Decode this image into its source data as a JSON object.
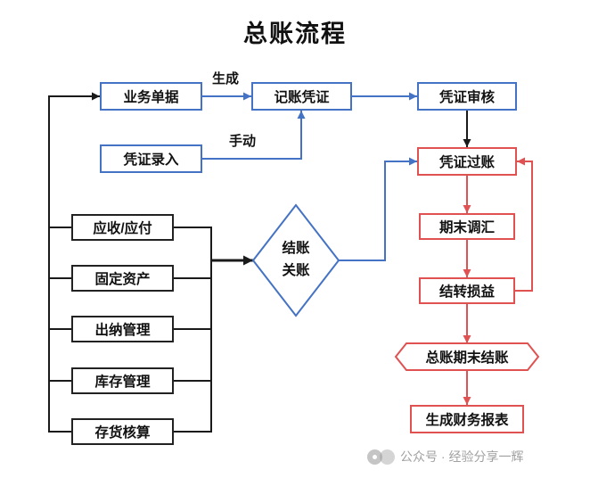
{
  "title": "总账流程",
  "nodes": {
    "business_doc": {
      "label": "业务单据"
    },
    "accounting_voucher": {
      "label": "记账凭证"
    },
    "voucher_review": {
      "label": "凭证审核"
    },
    "voucher_entry": {
      "label": "凭证录入"
    },
    "voucher_posting": {
      "label": "凭证过账"
    },
    "period_end_exchange_adjust": {
      "label": "期末调汇"
    },
    "carry_forward_profit_loss": {
      "label": "结转损益"
    },
    "gl_period_end_closing": {
      "label": "总账期末结账"
    },
    "generate_financial_reports": {
      "label": "生成财务报表"
    },
    "closing_diamond": {
      "line1": "结账",
      "line2": "关账"
    },
    "modules": [
      {
        "label": "应收/应付"
      },
      {
        "label": "固定资产"
      },
      {
        "label": "出纳管理"
      },
      {
        "label": "库存管理"
      },
      {
        "label": "存货核算"
      }
    ]
  },
  "edge_labels": {
    "generate": "生成",
    "manual": "手动"
  },
  "colors": {
    "blue": "#4472C4",
    "red": "#E05252",
    "black": "#1A1A1A"
  },
  "watermark": {
    "text": "公众号 · 经验分享一辉"
  }
}
